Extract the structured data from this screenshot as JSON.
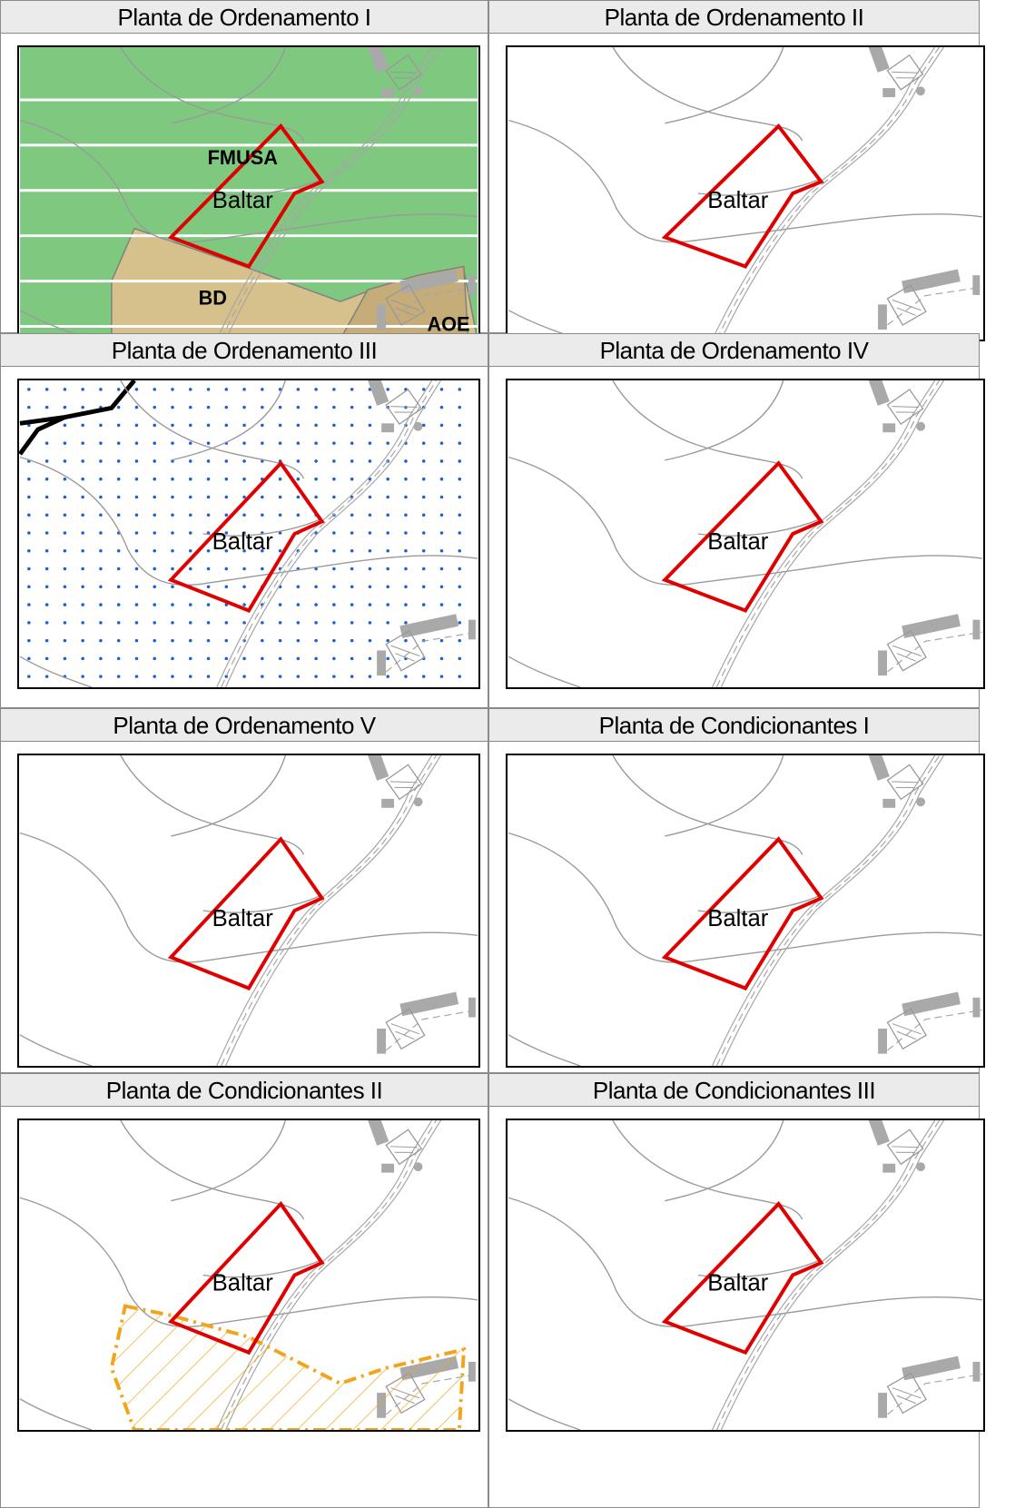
{
  "panels": [
    {
      "id": "ord1",
      "title": "Planta de Ordenamento I",
      "place_label": "Baltar",
      "zone_labels": {
        "fmusa": "FMUSA",
        "bd": "BD",
        "aoe": "AOE"
      },
      "overlay": "zoning",
      "colors": {
        "forest": "#7ec87f",
        "bd_zone": "#d6c08c",
        "boundary": "#e00000"
      }
    },
    {
      "id": "ord2",
      "title": "Planta de Ordenamento II",
      "place_label": "Baltar",
      "overlay": "none"
    },
    {
      "id": "ord3",
      "title": "Planta de Ordenamento III",
      "place_label": "Baltar",
      "overlay": "dots",
      "colors": {
        "dots": "#1f5fd6"
      }
    },
    {
      "id": "ord4",
      "title": "Planta de Ordenamento IV",
      "place_label": "Baltar",
      "overlay": "none"
    },
    {
      "id": "ord5",
      "title": "Planta de Ordenamento V",
      "place_label": "Baltar",
      "overlay": "none"
    },
    {
      "id": "cond1",
      "title": "Planta de Condicionantes I",
      "place_label": "Baltar",
      "overlay": "none"
    },
    {
      "id": "cond2",
      "title": "Planta de Condicionantes II",
      "place_label": "Baltar",
      "overlay": "hatch",
      "colors": {
        "hatch": "#f2a51b"
      }
    },
    {
      "id": "cond3",
      "title": "Planta de Condicionantes III",
      "place_label": "Baltar",
      "overlay": "none"
    }
  ],
  "icons": {
    "boundary": "red-polygon-boundary-icon",
    "building": "building-icon"
  }
}
